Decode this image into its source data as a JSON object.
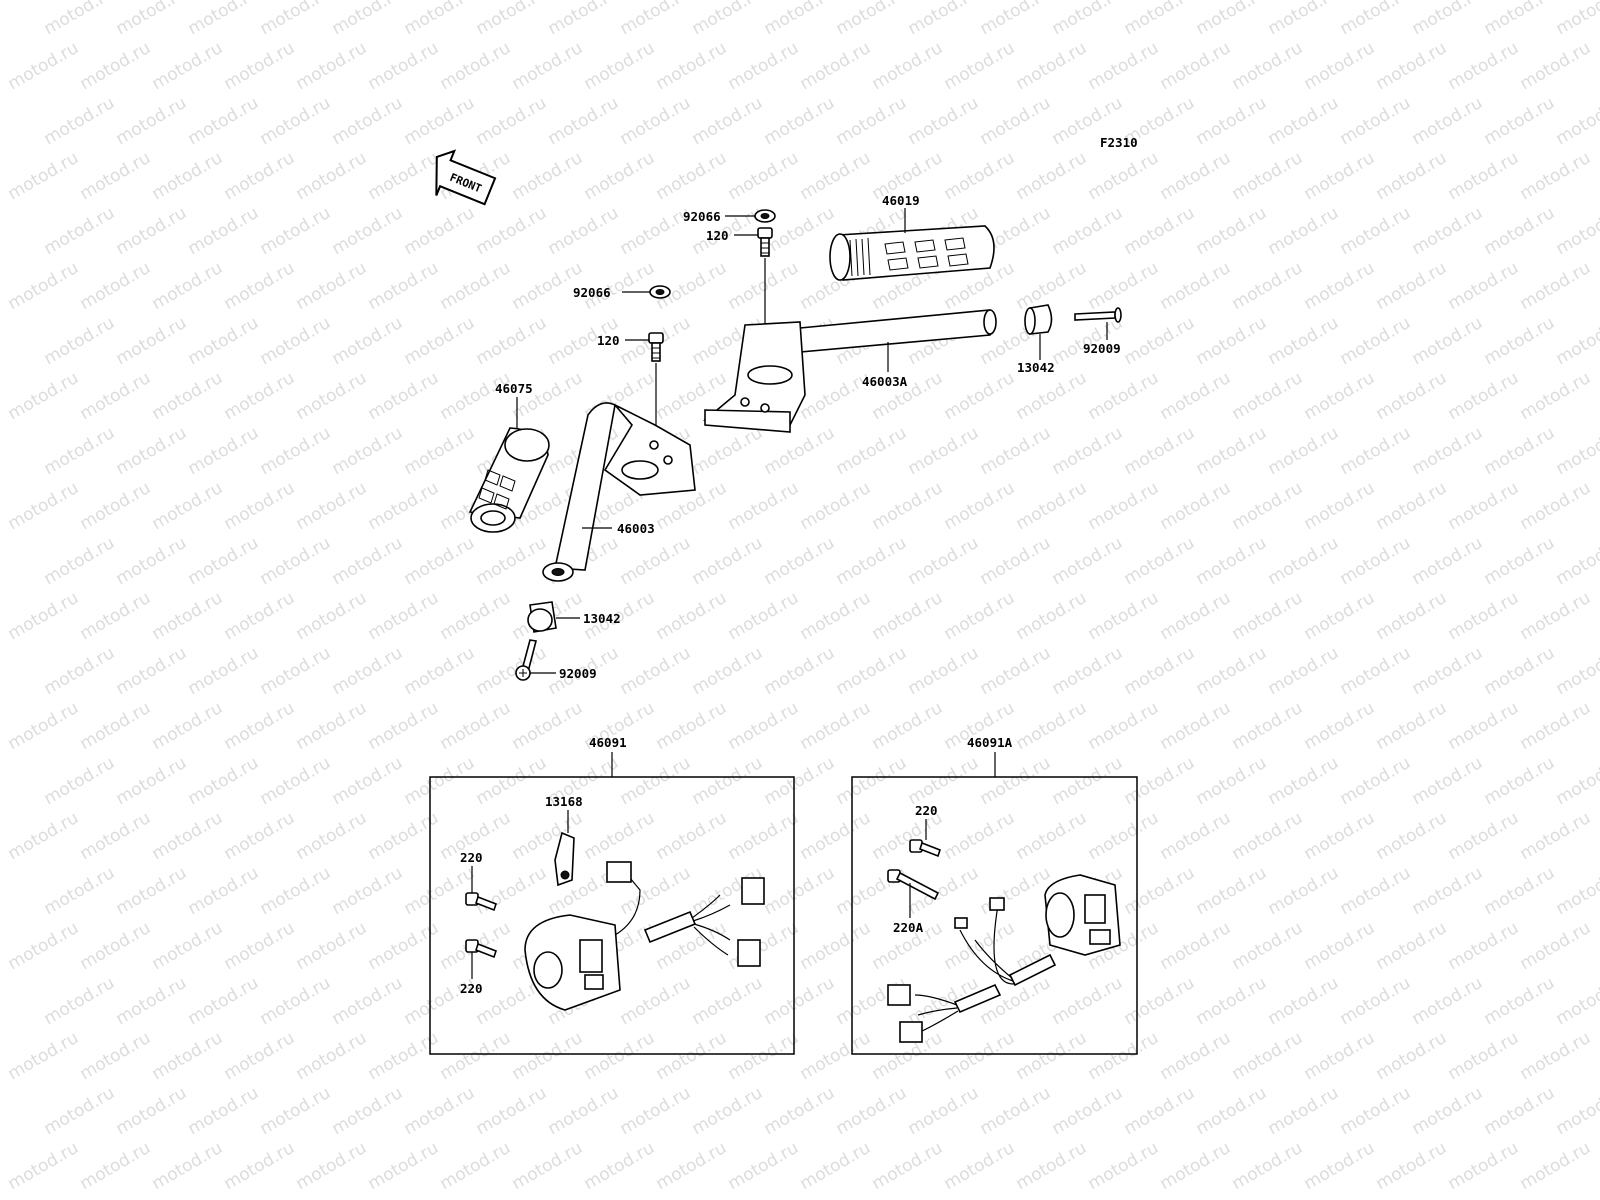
{
  "figure_code": "F2310",
  "front_arrow": "FRONT",
  "watermark": "motod.ru",
  "parts": {
    "washer_upper": "92066",
    "washer_lower": "92066",
    "bolt_upper": "120",
    "bolt_lower": "120",
    "grip_right": "46019",
    "grip_left": "46075",
    "handlebar_right": "46003A",
    "handlebar_left": "46003",
    "weight_right": "13042",
    "weight_left": "13042",
    "screw_right": "92009",
    "screw_left": "92009"
  },
  "switch_left": {
    "title": "46091",
    "lever": "13168",
    "screw_top": "220",
    "screw_bottom": "220"
  },
  "switch_right": {
    "title": "46091A",
    "screw_top": "220",
    "screw_long": "220A"
  }
}
